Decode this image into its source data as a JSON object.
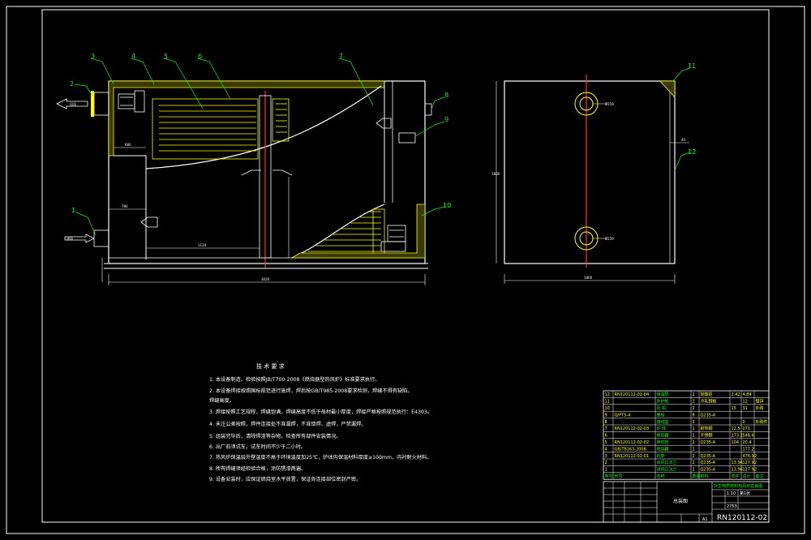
{
  "colors": {
    "background": "#000000",
    "outline": "#ffffff",
    "geometry": "#ffff00",
    "leaders": "#00ff00",
    "centerline": "#ff3333"
  },
  "callouts": {
    "c1": "1",
    "c2": "2",
    "c3": "3",
    "c4": "4",
    "c5": "5",
    "c6": "6",
    "c7": "7",
    "c8": "8",
    "c9": "9",
    "c10": "10",
    "c11": "11",
    "c12": "12"
  },
  "dimensions": {
    "width_main": "3020",
    "width_side": "1800",
    "height_side": "1800",
    "upper_left": "680",
    "mid_left": "780",
    "inner_len": "1120",
    "gap_right": "40",
    "pipe_top": "Ø159",
    "pipe_bottom": "Ø159"
  },
  "flows": {
    "outlet": "出风",
    "inlet": "进风"
  },
  "notes": {
    "title": "技 术 要 求",
    "items": [
      "1. 本设备制造、检验按照JB/T700-2008《燃烧器型热风炉》标准要求执行。",
      "2. 本设备焊接按照国标规范进行施焊，焊后按GB/T985-2008要求检测，焊缝不得有缺陷。",
      "   焊缝高度。",
      "3. 焊接按照工艺规程，焊缝饱满，焊缝高度不低于母材最小厚度，焊接严格按照规范执行：E4303。",
      "4. 未注公差按照，焊件连接处不准漏焊，不准错焊、虚焊，严禁漏焊。",
      "5. 组装完毕后，清除焊渣等杂物，检查所有部件安装情况。",
      "6. 出厂前须试车，试车时间不少于二小时。",
      "7. 热风炉保温层外壁温度不高于环境温度加25℃，炉体内保温材料厚度≥100mm，内衬耐火材料。",
      "8. 所有焊缝须经检验合格，涂防锈漆两遍。",
      "9. 设备安装时，应保证燃烧室水平放置，保证各连接部位密封严密。"
    ]
  },
  "bom": {
    "rows": [
      {
        "no": "12",
        "code": "RN120112-02-04",
        "name": "保温层",
        "qty": "2",
        "mat": "硅酸铝",
        "w1": "2.42",
        "w2": "4.84",
        "note": ""
      },
      {
        "no": "11",
        "code": "",
        "name": "外护板",
        "qty": "2",
        "mat": "冷轧钢板",
        "w1": "",
        "w2": "12",
        "note": "镀锌"
      },
      {
        "no": "10",
        "code": "",
        "name": "风 机",
        "qty": "2",
        "mat": "",
        "w1": "15",
        "w2": "31",
        "note": "外购"
      },
      {
        "no": "9",
        "code": "Q/PT5-4",
        "name": "螺栓",
        "qty": "8",
        "mat": "Q235-A",
        "w1": "",
        "w2": "",
        "note": ""
      },
      {
        "no": "8",
        "code": "",
        "name": "接线盒",
        "qty": "1",
        "mat": "",
        "w1": "",
        "w2": "0",
        "note": "外购件"
      },
      {
        "no": "7",
        "code": "RN120112-02-03",
        "name": "炉 体",
        "qty": "1",
        "mat": "耐热钢",
        "w1": "12.5",
        "w2": "271",
        "note": ""
      },
      {
        "no": "6",
        "code": "",
        "name": "换热器",
        "qty": "1",
        "mat": "不锈钢",
        "w1": "273.2",
        "w2": "546.4",
        "note": ""
      },
      {
        "no": "5",
        "code": "RN120112-02-02",
        "name": "换热管",
        "qty": "2",
        "mat": "Q235-A",
        "w1": "104",
        "w2": "20.4",
        "note": ""
      },
      {
        "no": "4",
        "code": "GB/T8163-2008",
        "name": "燃烧器",
        "qty": "1",
        "mat": "",
        "w1": "",
        "w2": "177.2",
        "note": ""
      },
      {
        "no": "3",
        "code": "RN120112-02-01",
        "name": "机架",
        "qty": "2",
        "mat": "Q235-A",
        "w1": "",
        "w2": "476.92",
        "note": ""
      },
      {
        "no": "2",
        "code": "",
        "name": "出风口法兰",
        "qty": "2",
        "mat": "Q235-A",
        "w1": "13.96",
        "w2": "127.92",
        "note": ""
      },
      {
        "no": "1",
        "code": "",
        "name": "进风口法兰",
        "qty": "2",
        "mat": "Q235-A",
        "w1": "13.96",
        "w2": "127.92",
        "note": ""
      }
    ],
    "header": {
      "no": "序号",
      "code": "代号",
      "name": "名称",
      "qty": "数量",
      "mat": "材料",
      "w1": "单件",
      "w2": "总计",
      "note": "备注",
      "weight": "重量"
    }
  },
  "title_block": {
    "product": "5t生物质燃料热风炉总装图",
    "drawing_name": "总装图",
    "scale": "1:10",
    "sheet": "第1张",
    "total_weight": "2753",
    "paper": "A1",
    "doc_number": "RN120112-02"
  }
}
